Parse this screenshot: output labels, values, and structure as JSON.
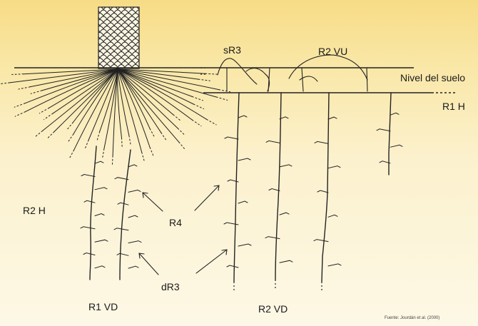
{
  "labels": {
    "soil_level": "Nivel del suelo",
    "r1h": "R1 H",
    "sr3": "sR3",
    "r2vu": "R2 VU",
    "r2h": "R2 H",
    "r4": "R4",
    "dr3": "dR3",
    "r1vd": "R1 VD",
    "r2vd": "R2 VD",
    "source": "Fuente: Jourdán et al. (2000)"
  },
  "colors": {
    "ink": "#1a1a1a",
    "background_top": "#f7dc86",
    "background_bottom": "#fdf8e6"
  }
}
